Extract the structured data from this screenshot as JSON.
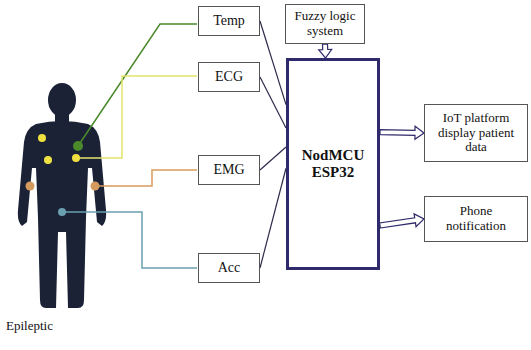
{
  "diagram": {
    "nodes": [
      {
        "text": [
          "Temp"
        ]
      },
      {
        "text": [
          "ECG"
        ]
      },
      {
        "text": [
          "EMG"
        ]
      },
      {
        "text": [
          "Acc"
        ]
      },
      {
        "text": [
          "Fuzzy logic system"
        ]
      },
      {
        "text": [
          "NodMCU ESP32"
        ]
      },
      {
        "text": [
          "IoT platform display patient data"
        ]
      },
      {
        "text": [
          "Phone notification"
        ]
      }
    ],
    "edges": [
      {
        "from": 0,
        "to": 5,
        "arrow": "none"
      },
      {
        "from": 1,
        "to": 5,
        "arrow": "none"
      },
      {
        "from": 2,
        "to": 5,
        "arrow": "none"
      },
      {
        "from": 3,
        "to": 5,
        "arrow": "none"
      },
      {
        "from": 4,
        "to": 5,
        "arrow": "to"
      },
      {
        "from": 5,
        "to": 6,
        "arrow": "to"
      },
      {
        "from": 5,
        "to": 7,
        "arrow": "to"
      }
    ],
    "labels": [
      "Epileptic"
    ]
  }
}
